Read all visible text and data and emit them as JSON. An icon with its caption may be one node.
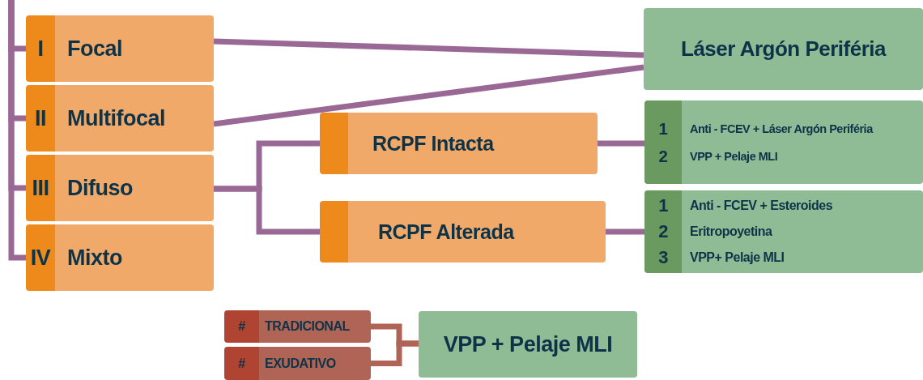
{
  "diagram": {
    "nodes": [
      {
        "text": [
          "I",
          "Focal"
        ]
      },
      {
        "text": [
          "II",
          "Multifocal"
        ]
      },
      {
        "text": [
          "III",
          "Difuso"
        ]
      },
      {
        "text": [
          "IV",
          "Mixto"
        ]
      },
      {
        "text": [
          "Láser Argón Periféria"
        ]
      },
      {
        "text": [
          "RCPF Intacta"
        ]
      },
      {
        "text": [
          "RCPF Alterada"
        ]
      },
      {
        "text": [
          "1",
          "Anti - FCEV + Láser Argón Periféria",
          "2",
          "VPP + Pelaje MLI"
        ]
      },
      {
        "text": [
          "1",
          "Anti - FCEV + Esteroides",
          "2",
          "Eritropoyetina",
          "3",
          "VPP+ Pelaje MLI"
        ]
      },
      {
        "text": [
          "#",
          "TRADICIONAL"
        ]
      },
      {
        "text": [
          "#",
          "EXUDATIVO"
        ]
      },
      {
        "text": [
          "VPP + Pelaje MLI"
        ]
      }
    ],
    "edges": [
      {
        "from": null,
        "to": 0,
        "arrow": "none"
      },
      {
        "from": null,
        "to": 1,
        "arrow": "none"
      },
      {
        "from": null,
        "to": 2,
        "arrow": "none"
      },
      {
        "from": null,
        "to": 3,
        "arrow": "none"
      },
      {
        "from": 0,
        "to": 4,
        "arrow": "none"
      },
      {
        "from": 1,
        "to": 4,
        "arrow": "none"
      },
      {
        "from": 2,
        "to": 5,
        "arrow": "none"
      },
      {
        "from": 2,
        "to": 6,
        "arrow": "none"
      },
      {
        "from": 5,
        "to": 7,
        "arrow": "none"
      },
      {
        "from": 6,
        "to": 8,
        "arrow": "none"
      },
      {
        "from": 9,
        "to": 11,
        "arrow": "none",
        "color": "#b06455"
      },
      {
        "from": 10,
        "to": 11,
        "arrow": "none",
        "color": "#b06455"
      }
    ]
  }
}
